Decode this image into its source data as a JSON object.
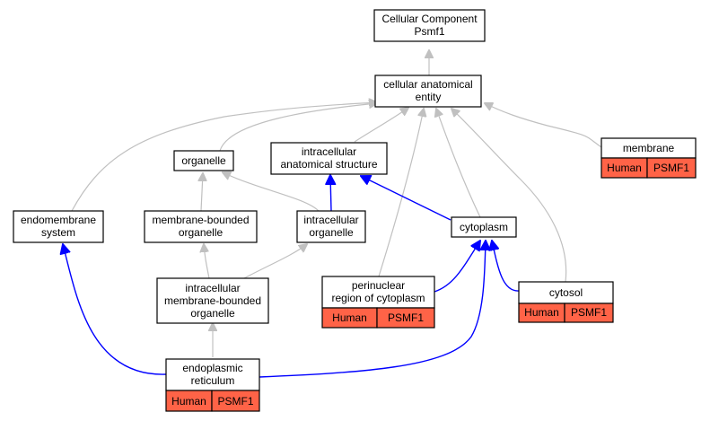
{
  "colors": {
    "annotation_fill": "#ff6347",
    "edge_is_a": "#c0c0c0",
    "edge_part_of": "#0000ff"
  },
  "nodes": {
    "root": {
      "lines": [
        "Cellular Component",
        "Psmf1"
      ]
    },
    "cae": {
      "lines": [
        "cellular anatomical",
        "entity"
      ]
    },
    "organelle": {
      "lines": [
        "organelle"
      ]
    },
    "ias": {
      "lines": [
        "intracellular",
        "anatomical structure"
      ]
    },
    "membrane": {
      "lines": [
        "membrane"
      ],
      "species": "Human",
      "gene": "PSMF1"
    },
    "endomembrane": {
      "lines": [
        "endomembrane",
        "system"
      ]
    },
    "mbo": {
      "lines": [
        "membrane-bounded",
        "organelle"
      ]
    },
    "io": {
      "lines": [
        "intracellular",
        "organelle"
      ]
    },
    "cytoplasm": {
      "lines": [
        "cytoplasm"
      ]
    },
    "imbo": {
      "lines": [
        "intracellular",
        "membrane-bounded",
        "organelle"
      ]
    },
    "perinuclear": {
      "lines": [
        "perinuclear",
        "region of cytoplasm"
      ],
      "species": "Human",
      "gene": "PSMF1"
    },
    "cytosol": {
      "lines": [
        "cytosol"
      ],
      "species": "Human",
      "gene": "PSMF1"
    },
    "er": {
      "lines": [
        "endoplasmic",
        "reticulum"
      ],
      "species": "Human",
      "gene": "PSMF1"
    }
  }
}
